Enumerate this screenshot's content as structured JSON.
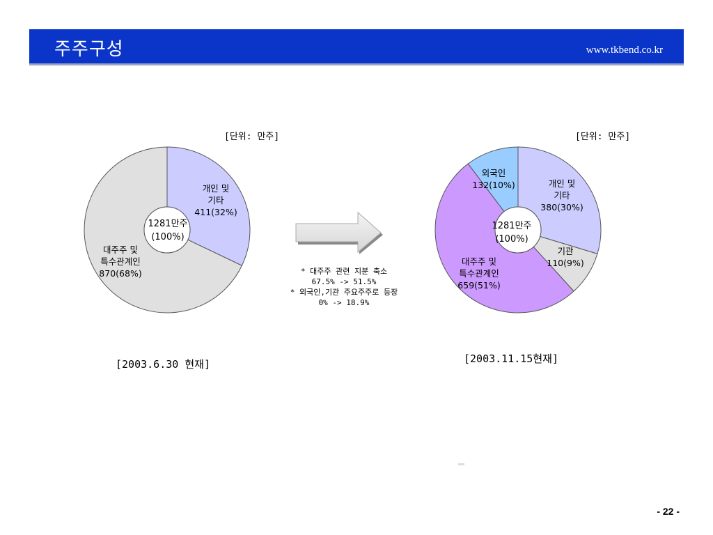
{
  "header": {
    "title": "주주구성",
    "url": "www.tkbend.co.kr"
  },
  "colors": {
    "header_bg": "#0a35c8",
    "individual": "#ccccff",
    "major": "#e0e0e0",
    "foreign": "#99ccff",
    "foreign_major": "#cc99ff",
    "institution": "#e0e0e0"
  },
  "chart_data": [
    {
      "type": "pie",
      "unit_label": "[단위: 만주]",
      "center_label": [
        "1281만주",
        "(100%)"
      ],
      "caption": "[2003.6.30 현재]",
      "slices": [
        {
          "name": "개인 및 기타",
          "value": 411,
          "percent": 32,
          "label_lines": [
            "개인 및",
            "기타",
            "411(32%)"
          ],
          "color": "#ccccff"
        },
        {
          "name": "대주주 및 특수관계인",
          "value": 870,
          "percent": 68,
          "label_lines": [
            "대주주 및",
            "특수관계인",
            "870(68%)"
          ],
          "color": "#e0e0e0"
        }
      ]
    },
    {
      "type": "pie",
      "unit_label": "[단위: 만주]",
      "center_label": [
        "1281만주",
        "(100%)"
      ],
      "caption": "[2003.11.15현재]",
      "slices": [
        {
          "name": "개인 및 기타",
          "value": 380,
          "percent": 30,
          "label_lines": [
            "개인 및",
            "기타",
            "380(30%)"
          ],
          "color": "#ccccff"
        },
        {
          "name": "기관",
          "value": 110,
          "percent": 9,
          "label_lines": [
            "기관",
            "110(9%)"
          ],
          "color": "#e0e0e0"
        },
        {
          "name": "대주주 및 특수관계인",
          "value": 659,
          "percent": 51,
          "label_lines": [
            "대주주 및",
            "특수관계인",
            "659(51%)"
          ],
          "color": "#cc99ff"
        },
        {
          "name": "외국인",
          "value": 132,
          "percent": 10,
          "label_lines": [
            "외국인",
            "132(10%)"
          ],
          "color": "#99ccff"
        }
      ]
    }
  ],
  "notes": [
    "* 대주주 관련 지분 축소",
    "67.5% -> 51.5%",
    "* 외국인,기관 주요주주로 등장",
    "0% -> 18.9%"
  ],
  "page_number": "- 22 -"
}
